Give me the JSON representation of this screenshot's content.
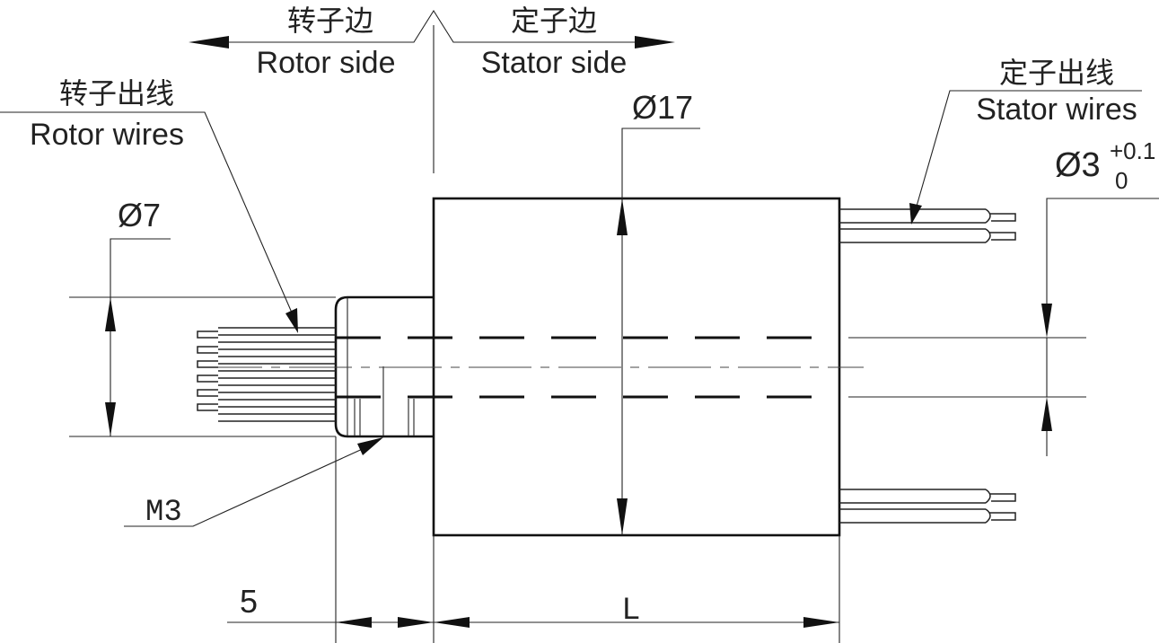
{
  "labels": {
    "rotor_side_cn": "转子边",
    "rotor_side_en": "Rotor side",
    "stator_side_cn": "定子边",
    "stator_side_en": "Stator side",
    "rotor_wires_cn": "转子出线",
    "rotor_wires_en": "Rotor wires",
    "stator_wires_cn": "定子出线",
    "stator_wires_en": "Stator wires"
  },
  "dimensions": {
    "rotor_diameter": "Ø7",
    "body_diameter": "Ø17",
    "bore_diameter": "Ø3",
    "bore_tol_upper": "+0.1",
    "bore_tol_lower": "0",
    "thread": "M3",
    "shaft_length": "5",
    "body_length": "L"
  }
}
